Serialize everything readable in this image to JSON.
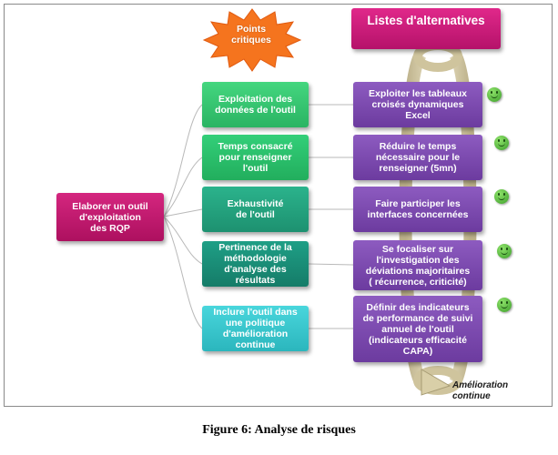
{
  "diagram": {
    "root": {
      "label": "Elaborer un outil\nd'exploitation\ndes RQP"
    },
    "header": {
      "label": "Listes d'alternatives"
    },
    "burst": {
      "label": "Points\ncritiques"
    },
    "criteria": [
      {
        "label": "Exploitation des\ndonnées de l'outil"
      },
      {
        "label": "Temps consacré\npour renseigner\nl'outil"
      },
      {
        "label": "Exhaustivité\nde l'outil"
      },
      {
        "label": "Pertinence de la\nméthodologie\nd'analyse des\nrésultats"
      },
      {
        "label": "Inclure  l'outil dans\nune politique\nd'amélioration\ncontinue"
      }
    ],
    "alternatives": [
      {
        "label": "Exploiter les tableaux\ncroisés dynamiques\nExcel"
      },
      {
        "label": "Réduire le temps\nnécessaire pour le\nrenseigner (5mn)"
      },
      {
        "label": "Faire participer  les\ninterfaces concernées"
      },
      {
        "label": "Se focaliser sur\nl'investigation des\ndéviations majoritaires\n( récurrence, criticité)"
      },
      {
        "label": "Définir des indicateurs\nde performance de  suivi\nannuel de l'outil\n(indicateurs efficacité\nCAPA)"
      }
    ],
    "loop": {
      "label": "Amélioration\ncontinue"
    },
    "colors": {
      "root": "#c41c74",
      "header": "#c81a7a",
      "burst": "#f5741e",
      "alternative": "#7a48ad",
      "smiley": "#5cc23a",
      "loop": "#d8cfae"
    }
  },
  "caption": "Figure 6: Analyse de risques"
}
